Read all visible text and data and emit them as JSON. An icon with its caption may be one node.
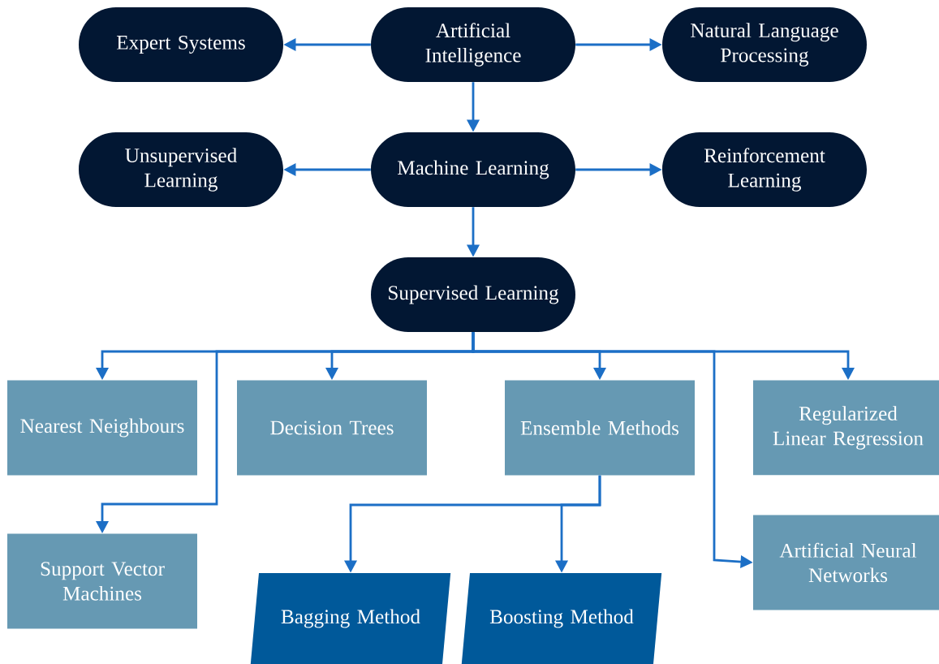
{
  "diagram": {
    "nodes": [
      {
        "text": [
          "Artificial Intelligence"
        ]
      },
      {
        "text": [
          "Expert Systems"
        ]
      },
      {
        "text": [
          "Natural Language Processing"
        ]
      },
      {
        "text": [
          "Machine Learning"
        ]
      },
      {
        "text": [
          "Unsupervised Learning"
        ]
      },
      {
        "text": [
          "Reinforcement Learning"
        ]
      },
      {
        "text": [
          "Supervised Learning"
        ]
      },
      {
        "text": [
          "Nearest Neighbours"
        ]
      },
      {
        "text": [
          "Decision Trees"
        ]
      },
      {
        "text": [
          "Ensemble Methods"
        ]
      },
      {
        "text": [
          "Regularized Linear Regression"
        ]
      },
      {
        "text": [
          "Support Vector Machines"
        ]
      },
      {
        "text": [
          "Artificial Neural Networks"
        ]
      },
      {
        "text": [
          "Bagging Method"
        ]
      },
      {
        "text": [
          "Boosting Method"
        ]
      }
    ],
    "edges": [
      {
        "from": 0,
        "to": 1,
        "arrow": "to"
      },
      {
        "from": 0,
        "to": 2,
        "arrow": "to"
      },
      {
        "from": 0,
        "to": 3,
        "arrow": "to"
      },
      {
        "from": 3,
        "to": 4,
        "arrow": "to"
      },
      {
        "from": 3,
        "to": 5,
        "arrow": "to"
      },
      {
        "from": 3,
        "to": 6,
        "arrow": "to"
      },
      {
        "from": 6,
        "to": 7,
        "arrow": "to"
      },
      {
        "from": 6,
        "to": 11,
        "arrow": "to"
      },
      {
        "from": 6,
        "to": 8,
        "arrow": "to"
      },
      {
        "from": 6,
        "to": 9,
        "arrow": "to"
      },
      {
        "from": 6,
        "to": 12,
        "arrow": "to"
      },
      {
        "from": 6,
        "to": 10,
        "arrow": "to"
      },
      {
        "from": 9,
        "to": 13,
        "arrow": "to"
      },
      {
        "from": 9,
        "to": 14,
        "arrow": "to"
      }
    ]
  }
}
